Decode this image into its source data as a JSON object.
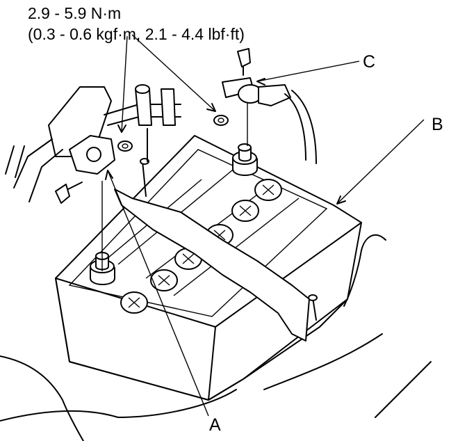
{
  "torque_spec": {
    "metric": "2.9 - 5.9 N·m",
    "alternate": "(0.3 - 0.6 kgf·m, 2.1 - 4.4 lbf·ft)"
  },
  "callouts": {
    "a": "A",
    "b": "B",
    "c": "C"
  }
}
